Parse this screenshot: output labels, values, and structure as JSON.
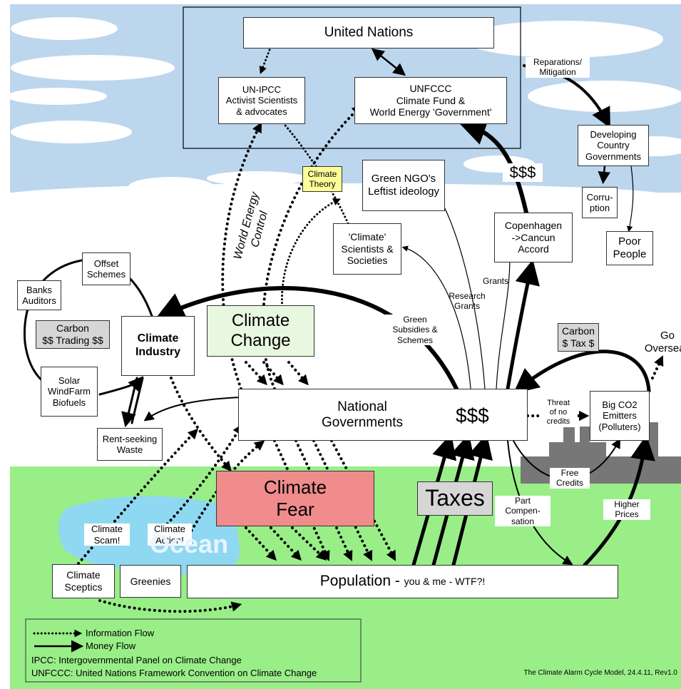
{
  "colors": {
    "sky": "#bcd6ee",
    "ground": "#99ee88",
    "ocean": "#8fd8f2",
    "box_fill": "#ffffff",
    "gray_box": "#d6d6d6",
    "theory_yellow": "#ffff99",
    "change_green": "#e8f7e0",
    "fear_red": "#f08c8c",
    "factory": "#777777",
    "line": "#000000"
  },
  "nodes": {
    "united_nations": "United Nations",
    "un_ipcc": "UN-IPCC\nActivist Scientists\n& advocates",
    "unfccc": "UNFCCC\nClimate Fund &\nWorld Energy 'Government'",
    "developing_countries": "Developing\nCountry\nGovernments",
    "corruption": "Corru-\nption",
    "poor_people": "Poor\nPeople",
    "climate_theory": "Climate\nTheory",
    "green_ngos": "Green NGO's\nLeftist ideology",
    "climate_scientists": "'Climate'\nScientists &\nSocieties",
    "copenhagen": "Copenhagen\n->Cancun\nAccord",
    "offset_schemes": "Offset\nSchemes",
    "banks_auditors": "Banks\nAuditors",
    "carbon_trading": "Carbon\n$$ Trading $$",
    "climate_industry": "Climate\nIndustry",
    "solar_windfarm": "Solar\nWindFarm\nBiofuels",
    "rent_seeking": "Rent-seeking\nWaste",
    "climate_change": "Climate\nChange",
    "carbon_tax": "Carbon\n$ Tax $",
    "go_overseas": "Go\nOverseas",
    "national_governments": "National\nGovernments",
    "national_dollars": "$$$",
    "big_co2": "Big CO2\nEmitters\n(Polluters)",
    "climate_fear": "Climate\nFear",
    "taxes": "Taxes",
    "climate_sceptics": "Climate\nSceptics",
    "greenies": "Greenies",
    "population_main": "Population - ",
    "population_sub": "you & me - WTF?!"
  },
  "edge_labels": {
    "reparations": "Reparations/\nMitigation",
    "dollars": "$$$",
    "world_energy_control": "World Energy\nControl",
    "grants": "Grants",
    "research_grants": "Research\nGrants",
    "green_subsidies": "Green\nSubsidies &\nSchemes",
    "threat_credits": "Threat\nof no\ncredits",
    "free_credits": "Free\nCredits",
    "part_compensation": "Part\nCompen-\nsation",
    "higher_prices": "Higher\nPrices",
    "climate_scam": "Climate\nScam!",
    "climate_action": "Climate\nAction!",
    "ocean": "Ocean"
  },
  "legend": {
    "information_flow": "Information Flow",
    "money_flow": "Money Flow",
    "ipcc_def": "IPCC: Intergovernmental Panel on Climate Change",
    "unfccc_def": "UNFCCC: United Nations Framework Convention on Climate Change"
  },
  "credit": "The Climate Alarm Cycle Model, 24.4.11, Rev1.0"
}
